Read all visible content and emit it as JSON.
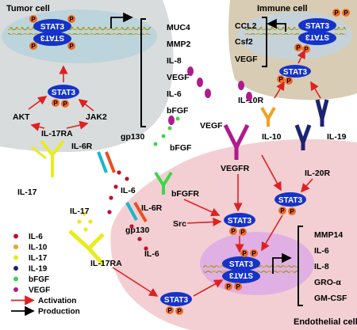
{
  "colors": {
    "tumor_bg": "#d9dcdc",
    "tumor_nucleus": "#bcd4dc",
    "immune_bg": "#d8ccb4",
    "immune_nucleus": "#c6d2da",
    "endo_bg": "#f3cfd3",
    "endo_nucleus": "#e0b0e4",
    "stat3": "#1533c8",
    "phospho": "#ee6a22",
    "il6": "#c0122a",
    "il10": "#f0a020",
    "il17": "#e8ec1c",
    "il19": "#1c2470",
    "bfgf": "#3ed64a",
    "vegf": "#b01a8c",
    "activation": "#e02020",
    "production": "#000000"
  },
  "cells": {
    "tumor": "Tumor cell",
    "immune": "Immune cell",
    "endothelial": "Endothelial cell"
  },
  "stat3_label": "STAT3",
  "p_label": "P",
  "tumor": {
    "products": [
      "MUC4",
      "MMP2",
      "IL-8",
      "VEGF",
      "IL-6",
      "bFGF"
    ],
    "akt": "AKT",
    "jak2": "JAK2",
    "il17ra": "IL-17RA",
    "il6r": "IL-6R",
    "gp130": "gp130",
    "il17": "IL-17"
  },
  "immune": {
    "products": [
      "CCL2",
      "Csf2",
      "VEGF"
    ],
    "il10r": "IL-10R",
    "il10": "IL-10",
    "il19": "IL-19"
  },
  "middle": {
    "vegf": "VEGF",
    "bfgf": "bFGF",
    "il6_a": "IL-6",
    "il6_b": "IL-6",
    "il17": "IL-17"
  },
  "endothelial": {
    "vegfr": "VEGFR",
    "il20r": "IL-20R",
    "bfgfr": "bFGFR",
    "il6r": "IL-6R",
    "src": "Src",
    "gp130": "gp130",
    "il17ra": "IL-17RA",
    "products": [
      "MMP14",
      "IL-6",
      "IL-8",
      "GRO-α",
      "GM-CSF"
    ]
  },
  "legend": [
    {
      "label": "IL-6",
      "kind": "dot",
      "color": "#c0122a"
    },
    {
      "label": "IL-10",
      "kind": "dot",
      "color": "#f0a020"
    },
    {
      "label": "IL-17",
      "kind": "dot",
      "color": "#e8ec1c"
    },
    {
      "label": "IL-19",
      "kind": "dot",
      "color": "#1c2470"
    },
    {
      "label": "bFGF",
      "kind": "dot",
      "color": "#3ed64a"
    },
    {
      "label": "VEGF",
      "kind": "dot",
      "color": "#b01a8c"
    },
    {
      "label": "Activation",
      "kind": "arrow",
      "color": "#e02020"
    },
    {
      "label": "Production",
      "kind": "arrow",
      "color": "#000000"
    }
  ]
}
